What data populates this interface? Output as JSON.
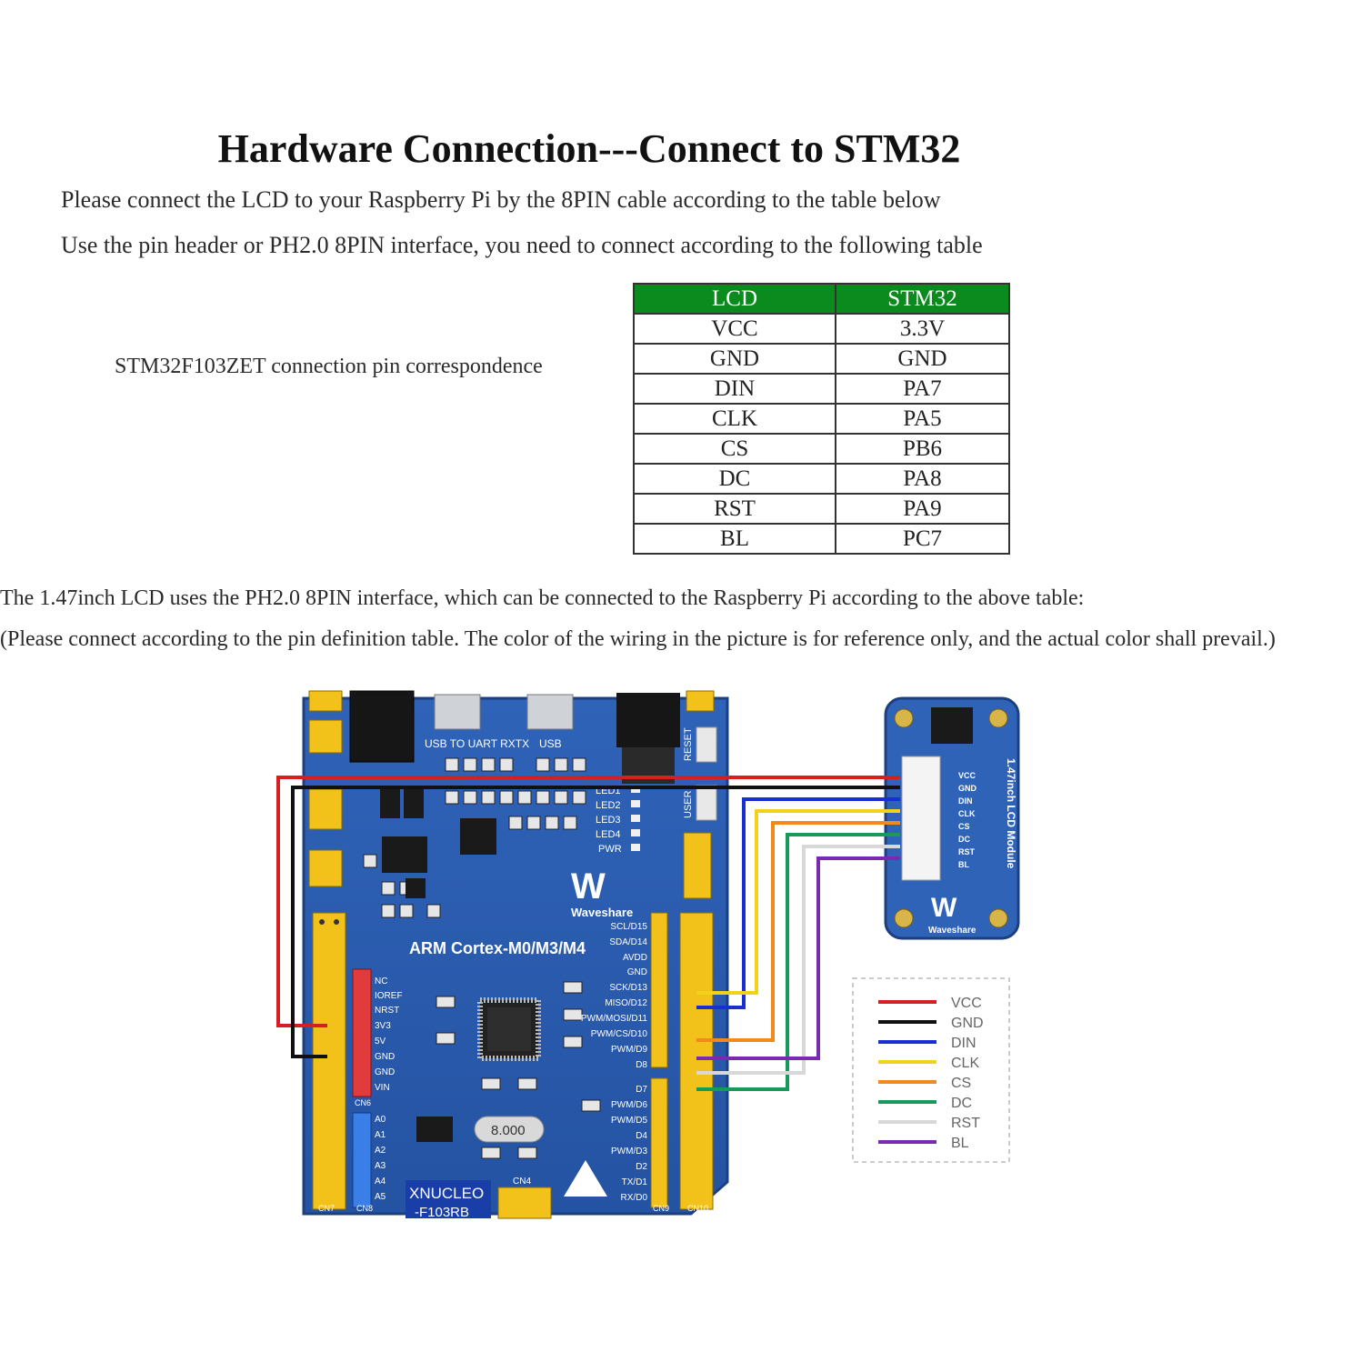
{
  "title": "Hardware Connection---Connect to STM32",
  "intro": {
    "line1": "Please connect the LCD to your Raspberry Pi by the 8PIN cable according to the table below",
    "line2": "Use the pin header or PH2.0 8PIN interface, you need to connect according to the following table"
  },
  "side_label": "STM32F103ZET connection pin correspondence",
  "pin_table": {
    "header": [
      "LCD",
      "STM32"
    ],
    "header_color": "#0b8a1d",
    "rows": [
      [
        "VCC",
        "3.3V"
      ],
      [
        "GND",
        "GND"
      ],
      [
        "DIN",
        "PA7"
      ],
      [
        "CLK",
        "PA5"
      ],
      [
        "CS",
        "PB6"
      ],
      [
        "DC",
        "PA8"
      ],
      [
        "RST",
        "PA9"
      ],
      [
        "BL",
        "PC7"
      ]
    ]
  },
  "notes": {
    "line1": "The 1.47inch LCD uses the PH2.0 8PIN interface, which can be connected to the Raspberry Pi according to the above table:",
    "line2": "(Please connect according to the pin definition table. The color of the wiring in the picture is for reference only, and the actual color shall prevail.)"
  },
  "board": {
    "chip_label": "ARM Cortex-M0/M3/M4",
    "model_line1": "XNUCLEO",
    "model_line2": "-F103RB",
    "brand": "Waveshare",
    "usb_uart_label": "USB TO UART RXTX",
    "usb_label": "USB",
    "reset_label": "RESET",
    "user_label": "USER",
    "led_labels": [
      "LED1",
      "LED2",
      "LED3",
      "LED4",
      "PWR"
    ],
    "power_pins": [
      "NC",
      "IOREF",
      "NRST",
      "3V3",
      "5V",
      "GND",
      "GND",
      "VIN"
    ],
    "analog_pins": [
      "A0",
      "A1",
      "A2",
      "A3",
      "A4",
      "A5"
    ],
    "digital_pins_upper": [
      "SCL/D15",
      "SDA/D14",
      "AVDD",
      "GND",
      "SCK/D13",
      "MISO/D12",
      "PWM/MOSI/D11",
      "PWM/CS/D10",
      "PWM/D9",
      "D8"
    ],
    "digital_pins_lower": [
      "D7",
      "PWM/D6",
      "PWM/D5",
      "D4",
      "PWM/D3",
      "D2",
      "TX/D1",
      "RX/D0"
    ],
    "crystal": "8.000",
    "cn_labels": [
      "CN7",
      "CN8",
      "CN9",
      "CN10",
      "CN4",
      "CN6"
    ]
  },
  "lcd_module": {
    "name": "1.47inch LCD Module",
    "brand": "Waveshare",
    "pins": [
      "VCC",
      "GND",
      "DIN",
      "CLK",
      "CS",
      "DC",
      "RST",
      "BL"
    ]
  },
  "legend": {
    "items": [
      {
        "label": "VCC",
        "color": "#d42020"
      },
      {
        "label": "GND",
        "color": "#111111"
      },
      {
        "label": "DIN",
        "color": "#1a2fd0"
      },
      {
        "label": "CLK",
        "color": "#f0d21a"
      },
      {
        "label": "CS",
        "color": "#f08a1a"
      },
      {
        "label": "DC",
        "color": "#1a9a5a"
      },
      {
        "label": "RST",
        "color": "#d8d8d8"
      },
      {
        "label": "BL",
        "color": "#7a2ab0"
      }
    ]
  }
}
